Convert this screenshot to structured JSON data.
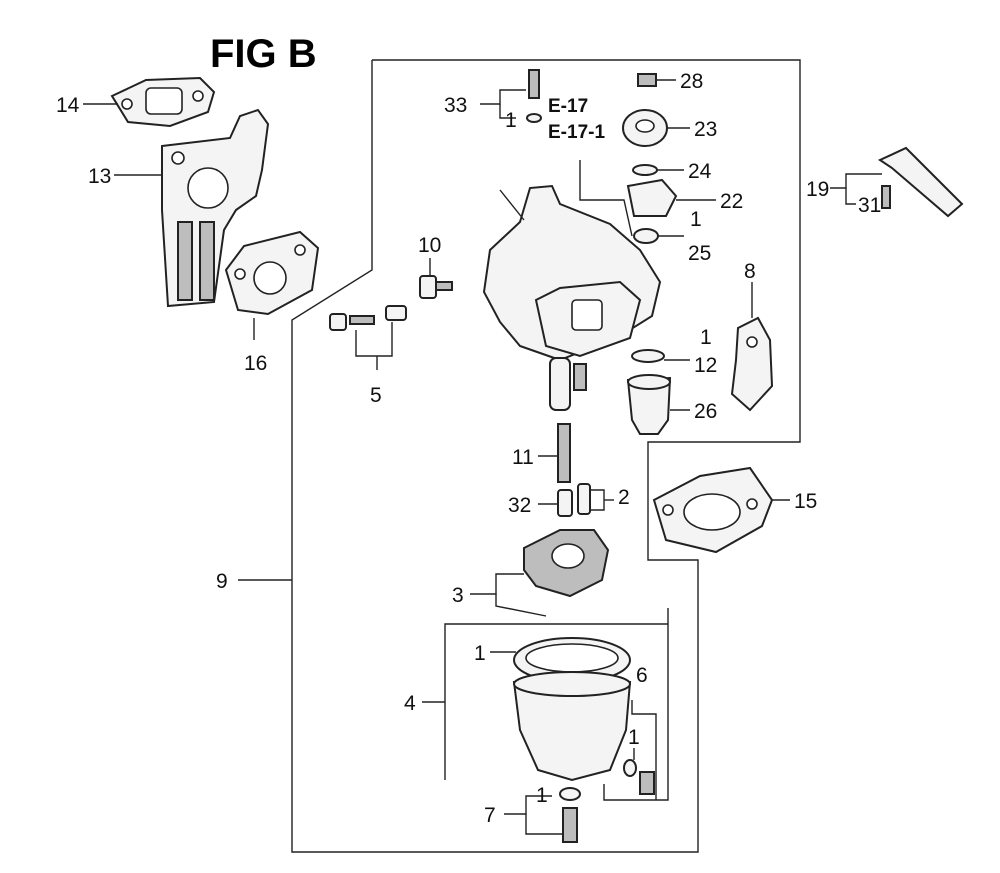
{
  "figure": {
    "title": "FIG B"
  },
  "callouts": {
    "c14": "14",
    "c13": "13",
    "c16": "16",
    "c10": "10",
    "c5": "5",
    "c33": "33",
    "c33_sub": "1",
    "e17": "E-17",
    "e17_1": "E-17-1",
    "c28": "28",
    "c23": "23",
    "c24": "24",
    "c22": "22",
    "c1_25": "1",
    "c25": "25",
    "c19": "19",
    "c31": "31",
    "c8": "8",
    "c1_12": "1",
    "c12": "12",
    "c26": "26",
    "c11": "11",
    "c32": "32",
    "c2": "2",
    "c15": "15",
    "c9": "9",
    "c3": "3",
    "c1_bowl": "1",
    "c4": "4",
    "c6": "6",
    "c1_6": "1",
    "c7": "7",
    "c1_7": "1"
  }
}
